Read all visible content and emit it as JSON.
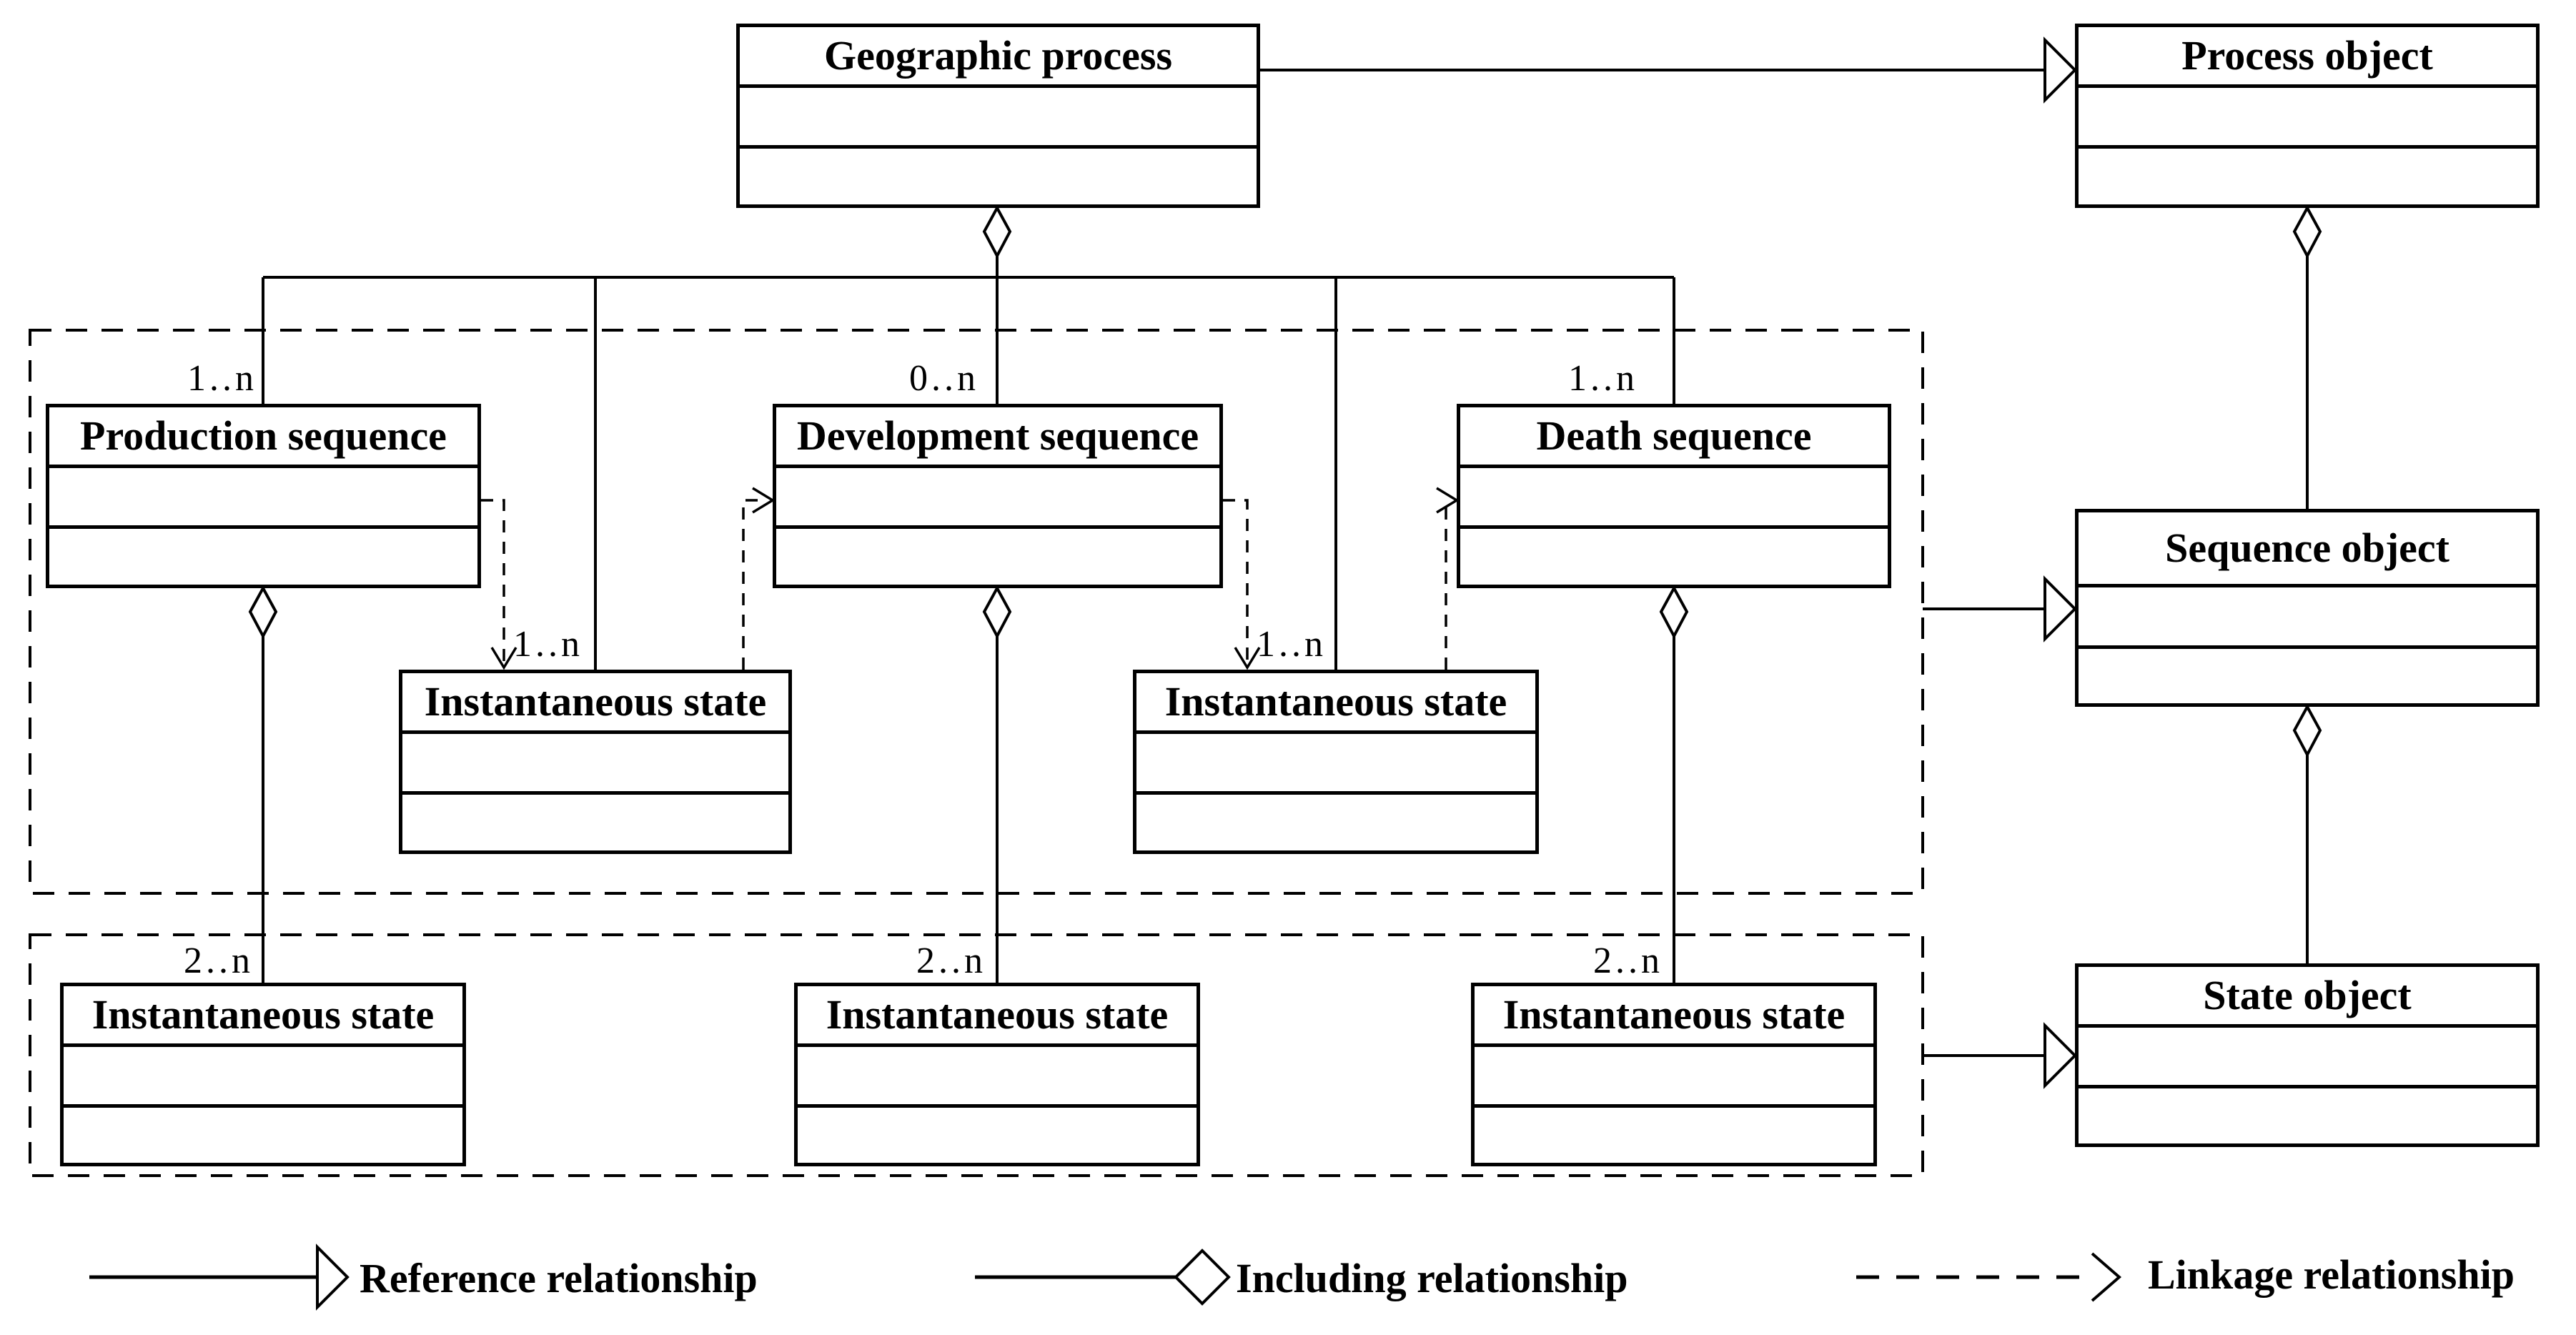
{
  "diagram": {
    "colors": {
      "line": "#000000",
      "background": "#ffffff"
    },
    "boxes": [
      {
        "id": "geographic-process",
        "label": "Geographic process"
      },
      {
        "id": "process-object",
        "label": "Process object"
      },
      {
        "id": "production-sequence",
        "label": "Production sequence"
      },
      {
        "id": "development-sequence",
        "label": "Development sequence"
      },
      {
        "id": "death-sequence",
        "label": "Death sequence"
      },
      {
        "id": "instantaneous-state-mid-production",
        "label": "Instantaneous state"
      },
      {
        "id": "instantaneous-state-mid-development",
        "label": "Instantaneous state"
      },
      {
        "id": "instantaneous-state-bottom-production",
        "label": "Instantaneous state"
      },
      {
        "id": "instantaneous-state-bottom-development",
        "label": "Instantaneous state"
      },
      {
        "id": "instantaneous-state-bottom-death",
        "label": "Instantaneous state"
      },
      {
        "id": "sequence-object",
        "label": "Sequence object"
      },
      {
        "id": "state-object",
        "label": "State object"
      }
    ],
    "multiplicities": {
      "production": "1..n",
      "development": "0..n",
      "death": "1..n",
      "production_instantaneous": "1..n",
      "development_instantaneous": "1..n",
      "states_production": "2..n",
      "states_development": "2..n",
      "states_death": "2..n"
    },
    "legend": {
      "items": [
        {
          "icon": "reference-arrow-icon",
          "label": "Reference relationship"
        },
        {
          "icon": "including-diamond-icon",
          "label": "Including relationship"
        },
        {
          "icon": "linkage-dashed-arrow-icon",
          "label": "Linkage relationship"
        }
      ]
    }
  }
}
